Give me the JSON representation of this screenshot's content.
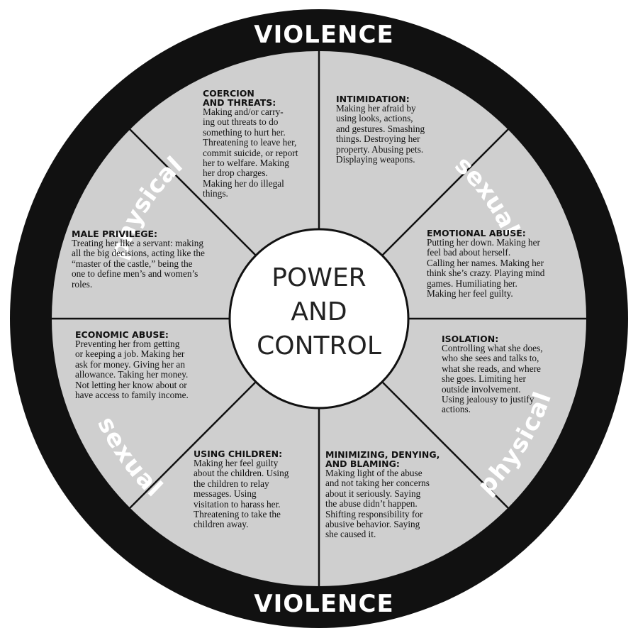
{
  "rim": {
    "top_label": "VIOLENCE",
    "bottom_label": "VIOLENCE",
    "top_left": "physical",
    "top_right": "sexual",
    "bottom_left": "physical",
    "bottom_right": "sexual"
  },
  "center": {
    "label": "POWER\nAND\nCONTROL"
  },
  "segments": {
    "coercion": {
      "title": "COERCION\nAND THREATS:",
      "body": "Making and/or carry-\ning out threats to do\nsomething to hurt her.\nThreatening to leave her,\ncommit suicide, or report\nher to welfare.  Making\nher drop charges.\nMaking her do illegal\nthings."
    },
    "intimidation": {
      "title": "INTIMIDATION:",
      "body": "Making her afraid by\nusing looks, actions,\nand gestures.  Smashing\nthings.  Destroying her\nproperty.  Abusing pets.\nDisplaying weapons."
    },
    "emotional": {
      "title": "EMOTIONAL ABUSE:",
      "body": "Putting her down.  Making her\nfeel bad about herself.\nCalling her names.  Making her\nthink she’s crazy.  Playing mind\ngames.  Humiliating her.\nMaking her feel guilty."
    },
    "isolation": {
      "title": "ISOLATION:",
      "body": "Controlling what she does,\nwho she sees and talks to,\nwhat she reads, and where\nshe goes.  Limiting her\noutside involvement.\nUsing jealousy to justify\nactions."
    },
    "minimizing": {
      "title": "MINIMIZING, DENYING,\nAND BLAMING:",
      "body": "Making light of the abuse\nand not taking her concerns\nabout it seriously.  Saying\nthe abuse didn’t happen.\nShifting responsibility for\nabusive behavior.  Saying\nshe caused it."
    },
    "children": {
      "title": "USING CHILDREN:",
      "body": "Making her feel guilty\nabout the children.  Using\nthe children to relay\nmessages.  Using\nvisitation to harass her.\nThreatening to take the\nchildren away."
    },
    "economic": {
      "title": "ECONOMIC ABUSE:",
      "body": "Preventing her from getting\nor keeping a job.  Making her\nask for money.  Giving her an\nallowance.  Taking her money.\nNot letting her know about or\nhave access to family income."
    },
    "male_privilege": {
      "title": "MALE PRIVILEGE:",
      "body": "Treating her like a servant: making\nall the big decisions, acting like the\n“master of the castle,” being the\none to define men’s and women’s\nroles."
    }
  },
  "colors": {
    "rim": "#111111",
    "segment_fill": "#cfcfcf",
    "divider": "#111111",
    "hub": "#ffffff"
  }
}
